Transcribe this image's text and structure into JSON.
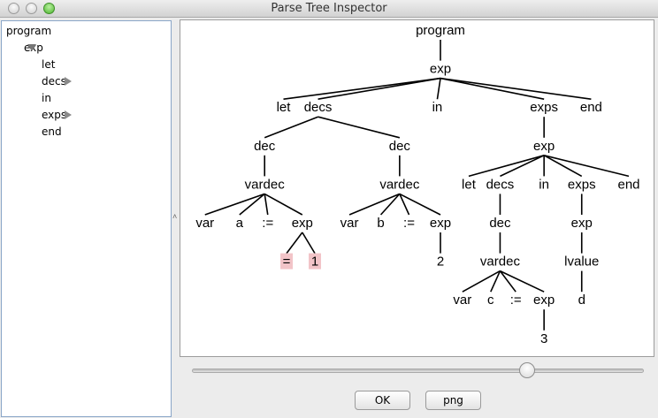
{
  "window": {
    "title": "Parse Tree Inspector"
  },
  "tree_view": {
    "items": [
      {
        "label": "program",
        "indent": 0,
        "toggle": "none"
      },
      {
        "label": "exp",
        "indent": 1,
        "toggle": "expanded"
      },
      {
        "label": "let",
        "indent": 2,
        "toggle": "none"
      },
      {
        "label": "decs",
        "indent": 2,
        "toggle": "collapsed"
      },
      {
        "label": "in",
        "indent": 2,
        "toggle": "none"
      },
      {
        "label": "exps",
        "indent": 2,
        "toggle": "collapsed"
      },
      {
        "label": "end",
        "indent": 2,
        "toggle": "none"
      }
    ]
  },
  "parse_tree": {
    "nodes": [
      {
        "id": "n0",
        "label": "program",
        "col": 8,
        "row": 0
      },
      {
        "id": "n1",
        "label": "exp",
        "col": 8,
        "row": 1,
        "parent": "n0"
      },
      {
        "id": "n2",
        "label": "let",
        "col": 3,
        "row": 2,
        "parent": "n1"
      },
      {
        "id": "n3",
        "label": "decs",
        "col": 4.1,
        "row": 2,
        "parent": "n1"
      },
      {
        "id": "n4",
        "label": "in",
        "col": 7.9,
        "row": 2,
        "parent": "n1"
      },
      {
        "id": "n5",
        "label": "exps",
        "col": 11.3,
        "row": 2,
        "parent": "n1"
      },
      {
        "id": "n6",
        "label": "end",
        "col": 12.8,
        "row": 2,
        "parent": "n1"
      },
      {
        "id": "n7",
        "label": "dec",
        "col": 2.4,
        "row": 3,
        "parent": "n3"
      },
      {
        "id": "n8",
        "label": "dec",
        "col": 6.7,
        "row": 3,
        "parent": "n3"
      },
      {
        "id": "n9",
        "label": "exp",
        "col": 11.3,
        "row": 3,
        "parent": "n5"
      },
      {
        "id": "n10",
        "label": "vardec",
        "col": 2.4,
        "row": 4,
        "parent": "n7"
      },
      {
        "id": "n11",
        "label": "vardec",
        "col": 6.7,
        "row": 4,
        "parent": "n8"
      },
      {
        "id": "n12",
        "label": "let",
        "col": 8.9,
        "row": 4,
        "parent": "n9"
      },
      {
        "id": "n13",
        "label": "decs",
        "col": 9.9,
        "row": 4,
        "parent": "n9"
      },
      {
        "id": "n14",
        "label": "in",
        "col": 11.3,
        "row": 4,
        "parent": "n9"
      },
      {
        "id": "n15",
        "label": "exps",
        "col": 12.5,
        "row": 4,
        "parent": "n9"
      },
      {
        "id": "n16",
        "label": "end",
        "col": 14,
        "row": 4,
        "parent": "n9"
      },
      {
        "id": "n17",
        "label": "var",
        "col": 0.5,
        "row": 5,
        "parent": "n10"
      },
      {
        "id": "n18",
        "label": "a",
        "col": 1.6,
        "row": 5,
        "parent": "n10"
      },
      {
        "id": "n19",
        "label": ":=",
        "col": 2.5,
        "row": 5,
        "parent": "n10"
      },
      {
        "id": "n20",
        "label": "exp",
        "col": 3.6,
        "row": 5,
        "parent": "n10"
      },
      {
        "id": "n21",
        "label": "var",
        "col": 5.1,
        "row": 5,
        "parent": "n11"
      },
      {
        "id": "n22",
        "label": "b",
        "col": 6.1,
        "row": 5,
        "parent": "n11"
      },
      {
        "id": "n23",
        "label": ":=",
        "col": 7.0,
        "row": 5,
        "parent": "n11"
      },
      {
        "id": "n24",
        "label": "exp",
        "col": 8.0,
        "row": 5,
        "parent": "n11"
      },
      {
        "id": "n25",
        "label": "dec",
        "col": 9.9,
        "row": 5,
        "parent": "n13"
      },
      {
        "id": "n26",
        "label": "exp",
        "col": 12.5,
        "row": 5,
        "parent": "n15"
      },
      {
        "id": "n27",
        "label": "=",
        "col": 3.1,
        "row": 6,
        "parent": "n20",
        "error": true
      },
      {
        "id": "n28",
        "label": "1",
        "col": 4.0,
        "row": 6,
        "parent": "n20",
        "error": true
      },
      {
        "id": "n29",
        "label": "2",
        "col": 8.0,
        "row": 6,
        "parent": "n24"
      },
      {
        "id": "n30",
        "label": "vardec",
        "col": 9.9,
        "row": 6,
        "parent": "n25"
      },
      {
        "id": "n31",
        "label": "lvalue",
        "col": 12.5,
        "row": 6,
        "parent": "n26"
      },
      {
        "id": "n32",
        "label": "var",
        "col": 8.7,
        "row": 7,
        "parent": "n30"
      },
      {
        "id": "n33",
        "label": "c",
        "col": 9.6,
        "row": 7,
        "parent": "n30"
      },
      {
        "id": "n34",
        "label": ":=",
        "col": 10.4,
        "row": 7,
        "parent": "n30"
      },
      {
        "id": "n35",
        "label": "exp",
        "col": 11.3,
        "row": 7,
        "parent": "n30"
      },
      {
        "id": "n36",
        "label": "d",
        "col": 12.5,
        "row": 7,
        "parent": "n31"
      },
      {
        "id": "n37",
        "label": "3",
        "col": 11.3,
        "row": 8,
        "parent": "n35"
      }
    ],
    "error_color": "#f2c4c8"
  },
  "zoom_slider": {
    "value_fraction": 0.75
  },
  "buttons": {
    "ok": "OK",
    "png": "png"
  }
}
